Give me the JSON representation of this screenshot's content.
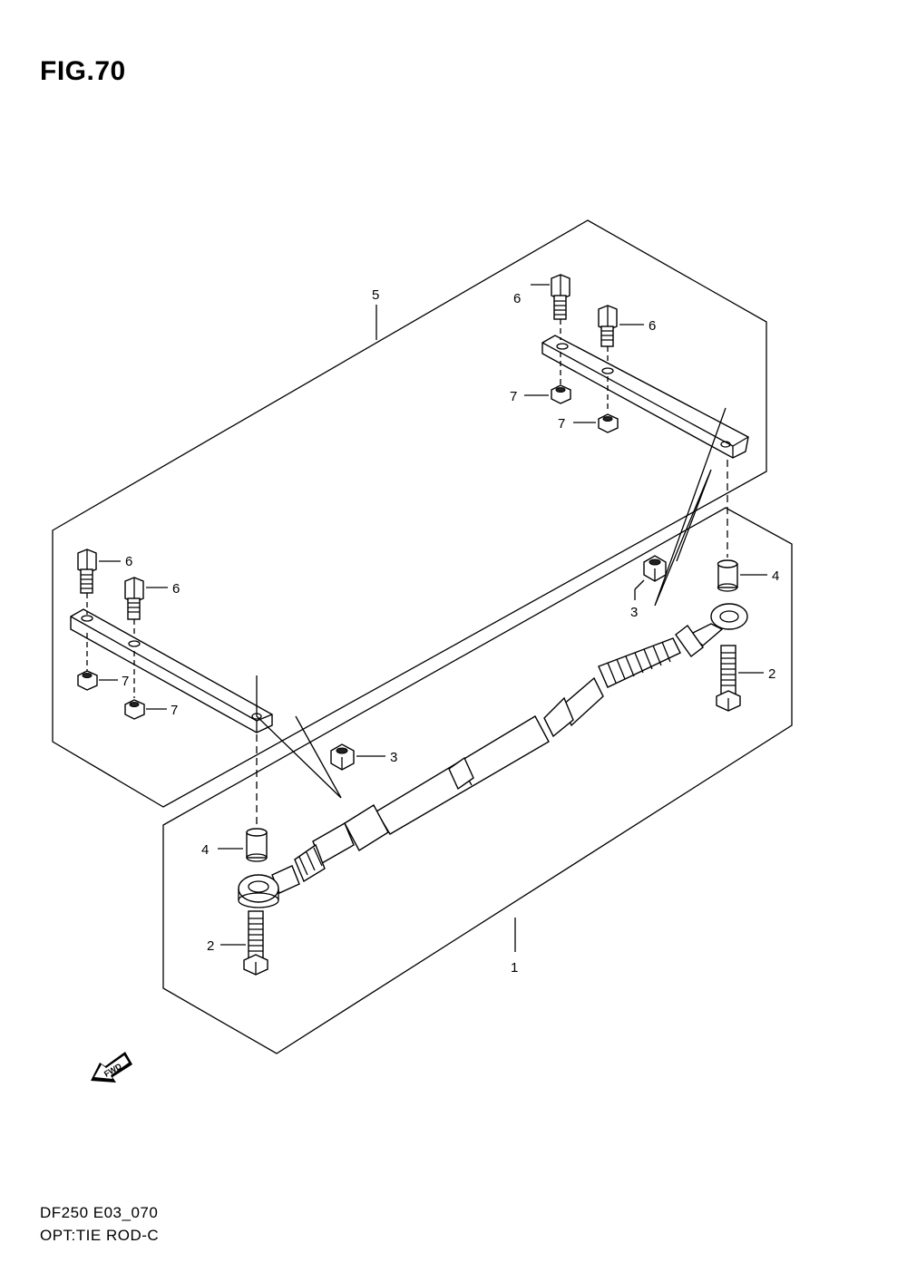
{
  "figure": {
    "title": "FIG.70"
  },
  "footer": {
    "model_code": "DF250 E03_070",
    "description": "OPT:TIE ROD-C"
  },
  "fwd_badge": "FWD",
  "callouts": {
    "c1": "1",
    "c2a": "2",
    "c2b": "2",
    "c3a": "3",
    "c3b": "3",
    "c4a": "4",
    "c4b": "4",
    "c5": "5",
    "c6a": "6",
    "c6b": "6",
    "c6c": "6",
    "c6d": "6",
    "c7a": "7",
    "c7b": "7",
    "c7c": "7",
    "c7d": "7"
  }
}
